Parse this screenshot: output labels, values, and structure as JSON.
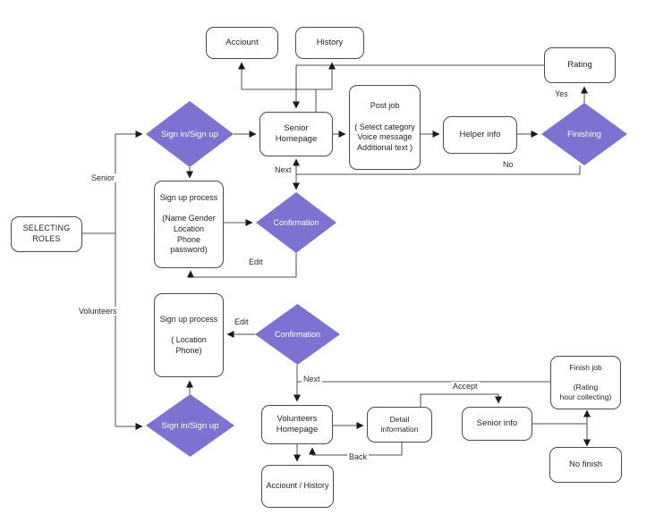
{
  "title": "Role-based app user flow diagram",
  "colors": {
    "accent": "#7d72d1",
    "line": "#4d4d4d",
    "arrow": "#1a1a1a",
    "node_border": "#4a4a4a",
    "node_text": "#1f1f1f",
    "diamond_text": "#ffffff"
  },
  "nodes": {
    "acciount": {
      "label": "Acciount",
      "type": "box"
    },
    "history": {
      "label": "History",
      "type": "box"
    },
    "rating": {
      "label": "Rating",
      "type": "box"
    },
    "signin_senior": {
      "label": "Sign in/Sign up",
      "type": "decision"
    },
    "senior_homepage": {
      "label": "Senior\nHomepage",
      "type": "box"
    },
    "post_job": {
      "label": "Post job\n\n( Select category\nVoice message\nAdditional text )",
      "type": "box"
    },
    "helper_info": {
      "label": "Helper info",
      "type": "box"
    },
    "finishing": {
      "label": "Finishing",
      "type": "decision"
    },
    "signup_senior": {
      "label": "Sign up process\n\n(Name Gender\nLocation\nPhone\npassword)",
      "type": "box"
    },
    "confirmation_senior": {
      "label": "Confirmation",
      "type": "decision"
    },
    "selecting_roles": {
      "label": "SELECTING\nROLES",
      "type": "box"
    },
    "signup_volunteer": {
      "label": "Sign up process\n\n( Location\nPhone)",
      "type": "box"
    },
    "confirmation_volunteer": {
      "label": "Confirmation",
      "type": "decision"
    },
    "signin_volunteer": {
      "label": "Sign in/Sign up",
      "type": "decision"
    },
    "volunteers_homepage": {
      "label": "Volunteers\nHomepage",
      "type": "box"
    },
    "acciount_history": {
      "label": "Acciount / History",
      "type": "box"
    },
    "detail_information": {
      "label": "Detail information",
      "type": "box"
    },
    "senior_info": {
      "label": "Senior info",
      "type": "box"
    },
    "finish_job": {
      "label": "Finish job\n\n(Rating\nhour collecting)",
      "type": "box"
    },
    "no_finish": {
      "label": "No finish",
      "type": "box"
    }
  },
  "edge_labels": {
    "senior": "Senior",
    "volunteers": "Volunteers",
    "next_senior": "Next",
    "no": "No",
    "yes": "Yes",
    "edit_senior": "Edit",
    "edit_volunteer": "Edit",
    "next_volunteer": "Next",
    "accept": "Accept",
    "back": "Back"
  }
}
